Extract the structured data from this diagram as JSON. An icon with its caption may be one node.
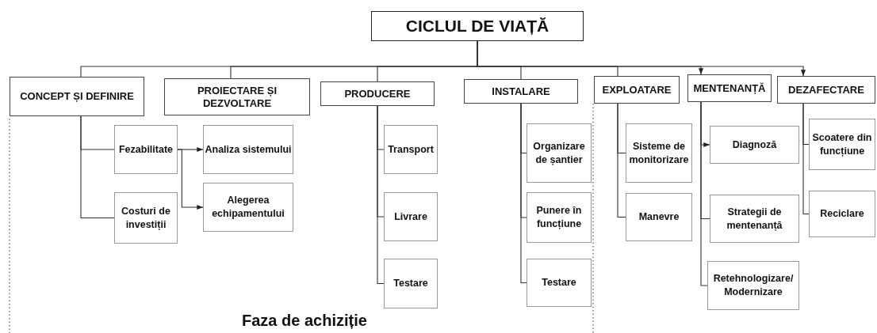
{
  "diagram": {
    "nodes": [
      {
        "text": [
          "CICLUL DE VIAȚĂ"
        ]
      },
      {
        "text": [
          "CONCEPT ȘI DEFINIRE"
        ]
      },
      {
        "text": [
          "PROIECTARE ȘI DEZVOLTARE"
        ]
      },
      {
        "text": [
          "PRODUCERE"
        ]
      },
      {
        "text": [
          "INSTALARE"
        ]
      },
      {
        "text": [
          "EXPLOATARE"
        ]
      },
      {
        "text": [
          "MENTENANȚĂ"
        ]
      },
      {
        "text": [
          "DEZAFECTARE"
        ]
      },
      {
        "text": [
          "Fezabilitate"
        ]
      },
      {
        "text": [
          "Costuri de investiții"
        ]
      },
      {
        "text": [
          "Analiza sistemului"
        ]
      },
      {
        "text": [
          "Alegerea echipamentului"
        ]
      },
      {
        "text": [
          "Transport"
        ]
      },
      {
        "text": [
          "Livrare"
        ]
      },
      {
        "text": [
          "Testare"
        ]
      },
      {
        "text": [
          "Organizare de șantier"
        ]
      },
      {
        "text": [
          "Punere în funcțiune"
        ]
      },
      {
        "text": [
          "Testare"
        ]
      },
      {
        "text": [
          "Sisteme de monitorizare"
        ]
      },
      {
        "text": [
          "Manevre"
        ]
      },
      {
        "text": [
          "Diagnoză"
        ]
      },
      {
        "text": [
          "Strategii de mentenanță"
        ]
      },
      {
        "text": [
          "Retehnologizare/ Modernizare"
        ]
      },
      {
        "text": [
          "Scoatere din funcțiune"
        ]
      },
      {
        "text": [
          "Reciclare"
        ]
      }
    ],
    "edges": [
      {
        "from": 0,
        "to": 1,
        "arrow": "none"
      },
      {
        "from": 0,
        "to": 2,
        "arrow": "none"
      },
      {
        "from": 0,
        "to": 3,
        "arrow": "none"
      },
      {
        "from": 0,
        "to": 4,
        "arrow": "none"
      },
      {
        "from": 0,
        "to": 5,
        "arrow": "none"
      },
      {
        "from": 0,
        "to": 6,
        "arrow": "to"
      },
      {
        "from": 0,
        "to": 7,
        "arrow": "to"
      },
      {
        "from": 1,
        "to": 8,
        "arrow": "none"
      },
      {
        "from": 1,
        "to": 9,
        "arrow": "none"
      },
      {
        "from": 8,
        "to": 10,
        "arrow": "to"
      },
      {
        "from": 8,
        "to": 11,
        "arrow": "to"
      },
      {
        "from": 3,
        "to": 12,
        "arrow": "none"
      },
      {
        "from": 3,
        "to": 13,
        "arrow": "none"
      },
      {
        "from": 3,
        "to": 14,
        "arrow": "none"
      },
      {
        "from": 4,
        "to": 15,
        "arrow": "none"
      },
      {
        "from": 4,
        "to": 16,
        "arrow": "none"
      },
      {
        "from": 4,
        "to": 17,
        "arrow": "none"
      },
      {
        "from": 5,
        "to": 18,
        "arrow": "none"
      },
      {
        "from": 5,
        "to": 19,
        "arrow": "none"
      },
      {
        "from": 6,
        "to": 20,
        "arrow": "to"
      },
      {
        "from": 6,
        "to": 21,
        "arrow": "none"
      },
      {
        "from": 6,
        "to": 22,
        "arrow": "none"
      },
      {
        "from": 7,
        "to": 23,
        "arrow": "none"
      },
      {
        "from": 7,
        "to": 24,
        "arrow": "none"
      }
    ],
    "labels": [
      "Faza de achiziție"
    ]
  }
}
